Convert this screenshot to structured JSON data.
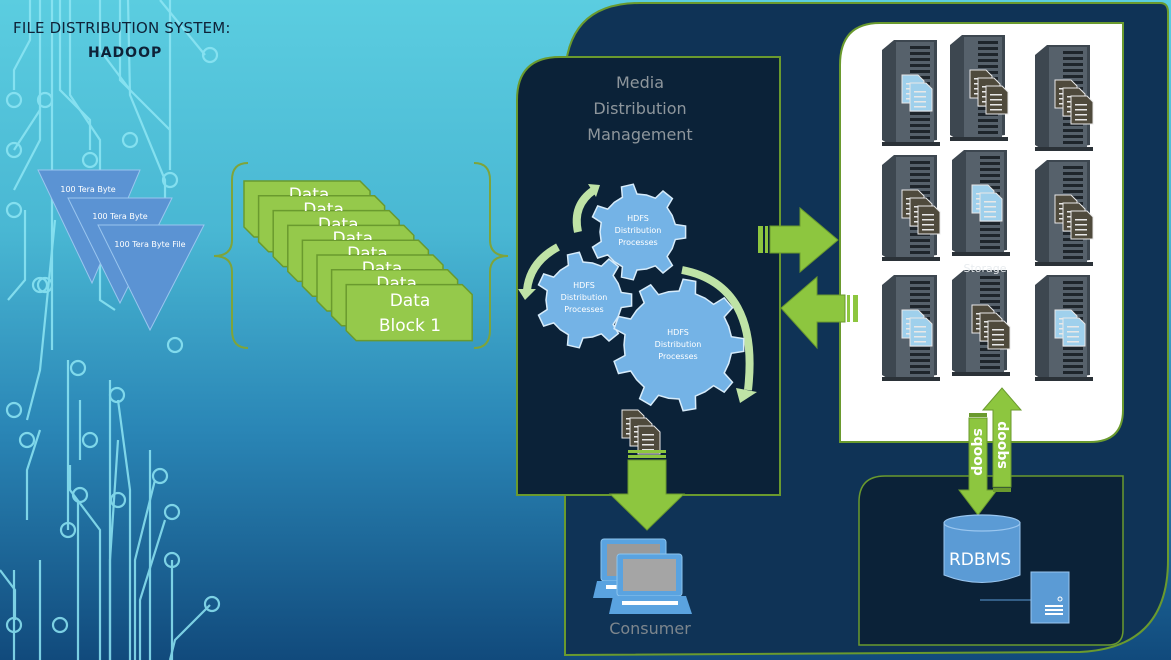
{
  "slide": {
    "title_line1": "FILE DISTRIBUTION SYSTEM:",
    "title_line2": "HADOOP"
  },
  "source_files": [
    {
      "label": "100 Tera Byte"
    },
    {
      "label": "100 Tera Byte"
    },
    {
      "label": "100 Tera Byte File"
    }
  ],
  "data_blocks": {
    "count": 8,
    "stacked_label": "Data",
    "front_label_line1": "Data",
    "front_label_line2": "Block 1"
  },
  "media_distribution": {
    "title_line1": "Media",
    "title_line2": "Distribution",
    "title_line3": "Management",
    "gears": [
      {
        "line1": "HDFS",
        "line2": "Distribution",
        "line3": "Processes"
      },
      {
        "line1": "HDFS",
        "line2": "Distribution",
        "line3": "Processes"
      },
      {
        "line1": "HDFS",
        "line2": "Distribution",
        "line3": "Processes"
      }
    ]
  },
  "storage": {
    "hidden_label": "Storage",
    "servers": [
      {
        "docs": "blue"
      },
      {
        "docs": "brown"
      },
      {
        "docs": "brown"
      },
      {
        "docs": "brown"
      },
      {
        "docs": "blue"
      },
      {
        "docs": "brown"
      },
      {
        "docs": "blue"
      },
      {
        "docs": "brown"
      },
      {
        "docs": "blue"
      }
    ]
  },
  "sqoop": {
    "down_label": "sqoop",
    "up_label": "sqoop"
  },
  "database": {
    "label": "RDBMS"
  },
  "consumer": {
    "label": "Consumer"
  },
  "colors": {
    "green_accent": "#8dc63f",
    "green_border": "#6a9a2e",
    "dark_navy": "#0b2238",
    "navy_panel": "#0f3356",
    "gear_blue": "#74b3e6",
    "file_blue": "#5b93d3",
    "doc_brown": "#4f4a3c",
    "doc_blue": "#9fd0ec",
    "arrow_pale": "#bfe3a6"
  }
}
